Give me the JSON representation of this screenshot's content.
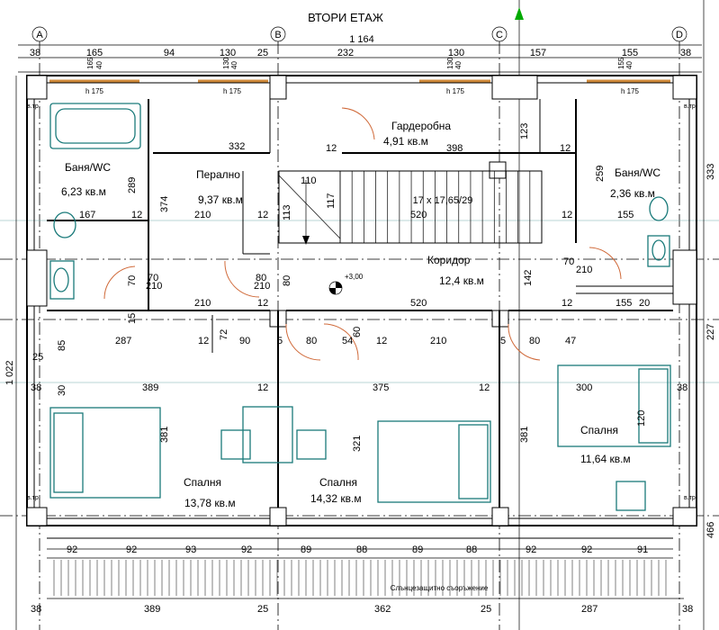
{
  "title": "ВТОРИ ЕТАЖ",
  "axes": {
    "A": "A",
    "B": "B",
    "C": "C",
    "D": "D"
  },
  "overall_width": "1 164",
  "overall_depth": "1 022",
  "right_dims": {
    "d1": "333",
    "d2": "227",
    "d3": "466"
  },
  "top_dims": {
    "d_a": "38",
    "d1": "165",
    "d2": "94",
    "d3": "130",
    "d4": "25",
    "d5": "232",
    "d6": "130",
    "d7": "157",
    "d8": "155",
    "d_d": "38"
  },
  "windows": {
    "w1": "165",
    "w2": "130",
    "w3": "130",
    "w4": "155",
    "sill": "40",
    "h": "h 175"
  },
  "rooms": {
    "bath1": {
      "name": "Баня/WC",
      "area": "6,23 кв.м"
    },
    "laundry": {
      "name": "Перално",
      "area": "9,37 кв.м"
    },
    "wardrobe": {
      "name": "Гардеробна",
      "area": "4,91 кв.м"
    },
    "bath2": {
      "name": "Баня/WC",
      "area": "2,36 кв.м"
    },
    "corridor": {
      "name": "Коридор",
      "area": "12,4 кв.м"
    },
    "bed1": {
      "name": "Спалня",
      "area": "13,78 кв.м"
    },
    "bed2": {
      "name": "Спалня",
      "area": "14,32 кв.м"
    },
    "bed3": {
      "name": "Спалня",
      "area": "11,64 кв.м"
    }
  },
  "stair": "17 x 17,65/29",
  "level_mark": "+3,00",
  "sun_protection": "Слънцезащитно съоръжение",
  "pipe_label": "в.тр.",
  "dims": {
    "n332": "332",
    "n12": "12",
    "n398": "398",
    "n289": "289",
    "n374": "374",
    "n167": "167",
    "n210": "210",
    "n110": "110",
    "n117": "117",
    "n113": "113",
    "n520": "520",
    "n259": "259",
    "n123": "123",
    "n155": "155",
    "n70": "70",
    "n80": "80",
    "n15": "15",
    "n20": "20",
    "n40": "40",
    "n287": "287",
    "n90": "90",
    "n72": "72",
    "n5": "5",
    "n54": "54",
    "n60": "60",
    "n47": "47",
    "n85": "85",
    "n25": "25",
    "n30": "30",
    "n38": "38",
    "n389": "389",
    "n375": "375",
    "n300": "300",
    "n381": "381",
    "n321": "321",
    "n120": "120",
    "n362": "362",
    "n92": "92",
    "n93": "93",
    "n89": "89",
    "n88": "88",
    "n91": "91",
    "n142": "142"
  }
}
